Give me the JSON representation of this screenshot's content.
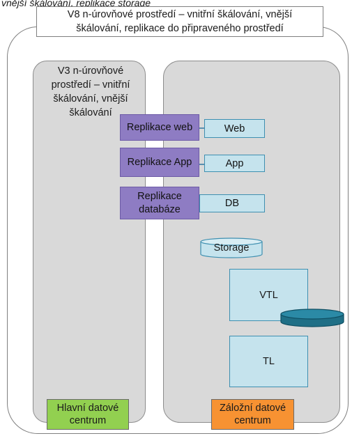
{
  "caption": "vnější škálování, replikace storage",
  "title": {
    "line1": "V8 n-úrovňové prostředí – vnitřní škálování, vnější",
    "line2": "škálování, replikace do připraveného prostředí"
  },
  "main_datacenter": {
    "description_lines": [
      "V3 n-úrovňové",
      "prostředí – vnitřní",
      "škálování, vnější",
      "škálování"
    ],
    "label_lines": [
      "Hlavní datové",
      "centrum"
    ],
    "label_color": "#92d050"
  },
  "backup_datacenter": {
    "label_lines": [
      "Záložní datové",
      "centrum"
    ],
    "label_color": "#f79232"
  },
  "replication": {
    "web": "Replikace web",
    "app": "Replikace App",
    "db_lines": [
      "Replikace",
      "databáze"
    ],
    "color": "#8e7cc3"
  },
  "nodes": {
    "web": "Web",
    "app": "App",
    "db": "DB",
    "storage": "Storage",
    "vtl": "VTL",
    "tl": "TL",
    "color": "#c5e3ed"
  },
  "icons": [
    "storage-cylinder-icon",
    "tape-disk-icon"
  ]
}
